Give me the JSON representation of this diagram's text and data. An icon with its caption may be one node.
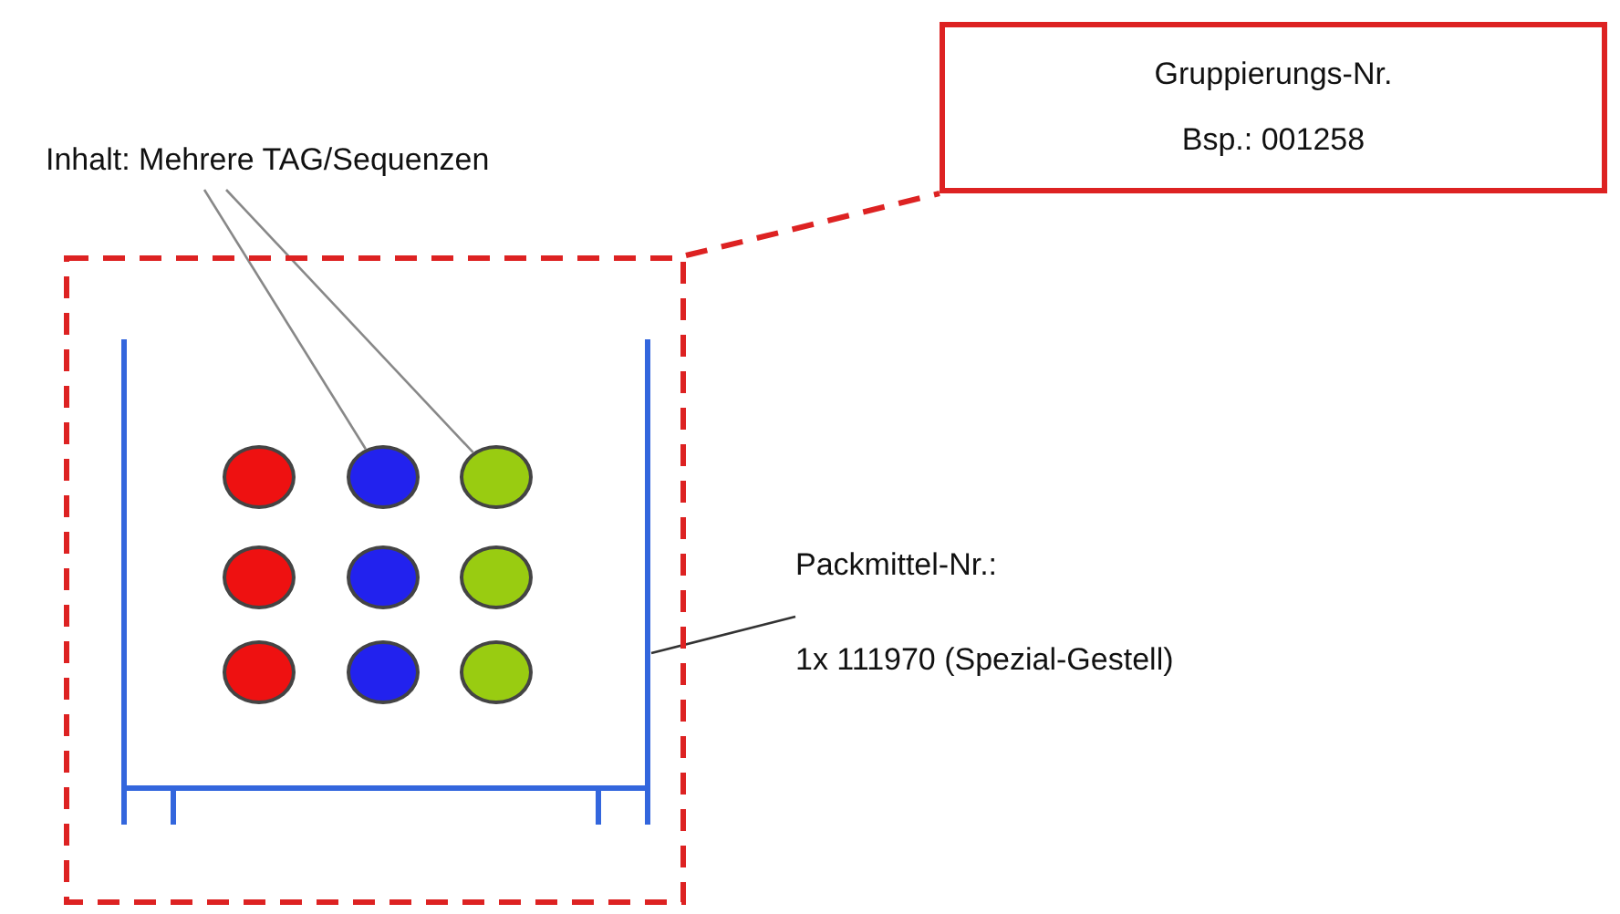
{
  "diagram": {
    "nodes": [
      {
        "text": [],
        "shape": "box"
      },
      {
        "text": [
          "Gruppierungs-Nr.",
          "Bsp.: 001258"
        ]
      },
      {
        "text": [
          "Inhalt: Mehrere TAG/Sequenzen"
        ]
      },
      {
        "text": [],
        "shape": "picture",
        "in": 0
      },
      {
        "text": [],
        "shape": "circle",
        "in": 3
      },
      {
        "text": [],
        "shape": "circle",
        "in": 3
      },
      {
        "text": [],
        "shape": "circle",
        "in": 3
      },
      {
        "text": [],
        "shape": "circle",
        "in": 3
      },
      {
        "text": [],
        "shape": "circle",
        "in": 3
      },
      {
        "text": [],
        "shape": "circle",
        "in": 3
      },
      {
        "text": [],
        "shape": "circle",
        "in": 3
      },
      {
        "text": [],
        "shape": "circle",
        "in": 3
      },
      {
        "text": [],
        "shape": "circle",
        "in": 3
      },
      {
        "text": [
          "Packmittel-Nr.:",
          "1x 111970 (Spezial-Gestell)"
        ]
      }
    ],
    "edges": [
      {
        "from": 0,
        "to": 1,
        "arrow": "none",
        "style": "dashed",
        "color": "#dd2222"
      },
      {
        "from": 2,
        "to": 5,
        "arrow": "none"
      },
      {
        "from": 2,
        "to": 6,
        "arrow": "none"
      },
      {
        "from": 13,
        "to": 3,
        "arrow": "none",
        "color": "#333333"
      }
    ]
  }
}
